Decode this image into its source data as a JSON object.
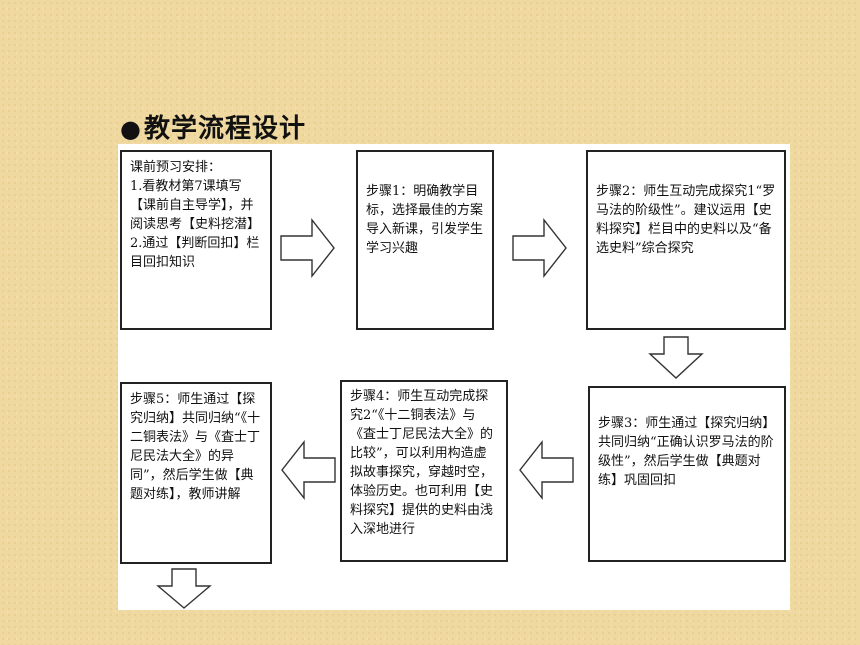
{
  "heading": {
    "bullet": "●",
    "title": "教学流程设计"
  },
  "boxes": [
    {
      "id": "pre",
      "text": "课前预习安排：\n1.看教材第7课填写【课前自主导学】，并阅读思考【史料挖潜】\n2.通过【判断回扣】栏目回扣知识"
    },
    {
      "id": "step1",
      "text": "步骤1：明确教学目标，选择最佳的方案导入新课，引发学生学习兴趣"
    },
    {
      "id": "step2",
      "text": "步骤2：师生互动完成探究1“罗马法的阶级性”。建议运用【史料探究】栏目中的史料以及“备选史料”综合探究"
    },
    {
      "id": "step3",
      "text": "步骤3：师生通过【探究归纳】共同归纳“正确认识罗马法的阶级性”，然后学生做【典题对练】巩固回扣"
    },
    {
      "id": "step4",
      "text": "步骤4：师生互动完成探究2“《十二铜表法》与《査士丁尼民法大全》的比较”，可以利用构造虚拟故事探究，穿越时空，体验历史。也可利用【史料探究】提供的史料由浅入深地进行"
    },
    {
      "id": "step5",
      "text": "步骤5：师生通过【探究归纳】共同归纳“《十二铜表法》与《査士丁尼民法大全》的异同”，然后学生做【典题对练】，教师讲解"
    }
  ],
  "arrows": [
    "right",
    "right",
    "down",
    "left",
    "left",
    "down"
  ]
}
